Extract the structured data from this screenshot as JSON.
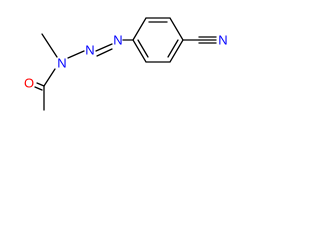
{
  "molecule": {
    "atoms": {
      "n_amide": "N",
      "n_middle": "N",
      "n_aryl": "N",
      "o_carbonyl": "O",
      "n_nitrile": "N"
    },
    "colors": {
      "nitrogen": "#0000ff",
      "oxygen": "#ff0000",
      "bond": "#000000",
      "background": "#ffffff"
    }
  }
}
